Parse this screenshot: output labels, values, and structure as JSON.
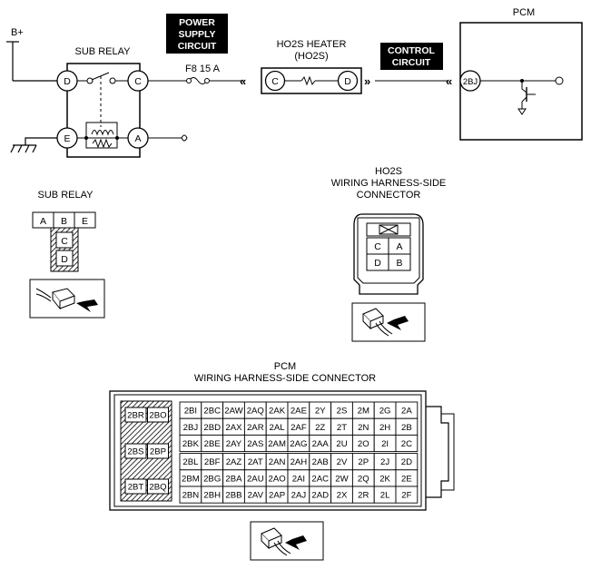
{
  "circuit": {
    "b_plus": "B+",
    "sub_relay": "SUB RELAY",
    "power_supply_circuit": [
      "POWER",
      "SUPPLY",
      "CIRCUIT"
    ],
    "fuse": "F8 15 A",
    "ho2s_heater": "HO2S HEATER",
    "ho2s_heater_sub": "(HO2S)",
    "control_circuit": [
      "CONTROL",
      "CIRCUIT"
    ],
    "pcm": "PCM",
    "relay_pins": {
      "D": "D",
      "C": "C",
      "E": "E",
      "A": "A"
    },
    "heater_pins": {
      "C": "C",
      "D": "D"
    },
    "pcm_pin": "2BJ"
  },
  "sub_relay_connector": {
    "title": "SUB RELAY",
    "top_row": [
      "A",
      "B",
      "E"
    ],
    "col": [
      "C",
      "D"
    ]
  },
  "ho2s_connector": {
    "title": [
      "HO2S",
      "WIRING HARNESS-SIDE",
      "CONNECTOR"
    ],
    "grid": [
      [
        "C",
        "A"
      ],
      [
        "D",
        "B"
      ]
    ]
  },
  "pcm_connector": {
    "title": [
      "PCM",
      "WIRING HARNESS-SIDE CONNECTOR"
    ],
    "side_pins": [
      [
        "2BR",
        "2BO"
      ],
      [
        "2BS",
        "2BP"
      ],
      [
        "2BT",
        "2BQ"
      ]
    ],
    "rows": [
      [
        "2BI",
        "2BC",
        "2AW",
        "2AQ",
        "2AK",
        "2AE",
        "2Y",
        "2S",
        "2M",
        "2G",
        "2A"
      ],
      [
        "2BJ",
        "2BD",
        "2AX",
        "2AR",
        "2AL",
        "2AF",
        "2Z",
        "2T",
        "2N",
        "2H",
        "2B"
      ],
      [
        "2BK",
        "2BE",
        "2AY",
        "2AS",
        "2AM",
        "2AG",
        "2AA",
        "2U",
        "2O",
        "2I",
        "2C"
      ],
      [
        "2BL",
        "2BF",
        "2AZ",
        "2AT",
        "2AN",
        "2AH",
        "2AB",
        "2V",
        "2P",
        "2J",
        "2D"
      ],
      [
        "2BM",
        "2BG",
        "2BA",
        "2AU",
        "2AO",
        "2AI",
        "2AC",
        "2W",
        "2Q",
        "2K",
        "2E"
      ],
      [
        "2BN",
        "2BH",
        "2BB",
        "2AV",
        "2AP",
        "2AJ",
        "2AD",
        "2X",
        "2R",
        "2L",
        "2F"
      ]
    ]
  },
  "icons": [
    "connector-plug-icon",
    "ground-icon",
    "transistor-icon",
    "coil-icon",
    "resistor-icon",
    "fuse-icon"
  ]
}
